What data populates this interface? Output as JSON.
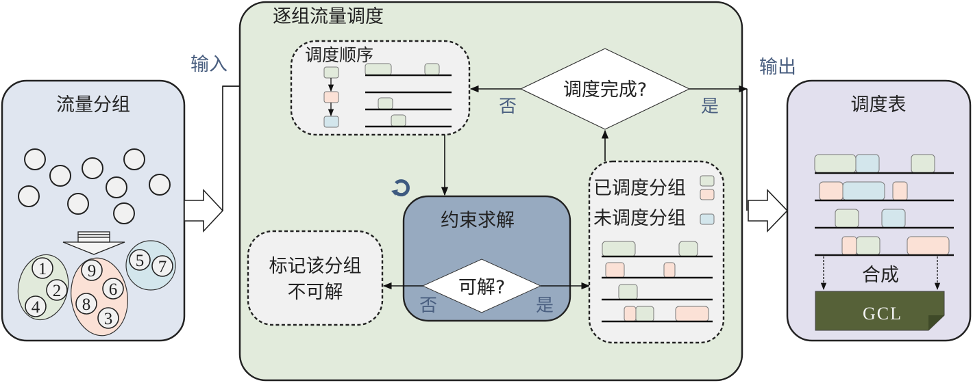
{
  "colors": {
    "left_panel_bg": "#e0e6f0",
    "center_panel_bg": "#e2ebdc",
    "right_panel_bg": "#e2e0ee",
    "inner_box_bg": "#f1f1f1",
    "solver_bg": "#97aac0",
    "green_block": "#e1eadb",
    "pink_block": "#fbe1d6",
    "blue_block": "#d3e6ec",
    "gcl_fill": "#566138",
    "gcl_fold": "#3f4a28",
    "label_color": "#4a5f80",
    "icon_color": "#3e5a80"
  },
  "left_panel": {
    "title": "流量分组",
    "groups": [
      {
        "color": "green",
        "members": [
          "1",
          "2",
          "4"
        ]
      },
      {
        "color": "pink",
        "members": [
          "9",
          "6",
          "8",
          "3"
        ]
      },
      {
        "color": "blue",
        "members": [
          "5",
          "7"
        ]
      }
    ]
  },
  "arrows": {
    "input_label": "输入",
    "output_label": "输出"
  },
  "center_panel": {
    "title": "逐组流量调度",
    "order_box": {
      "title": "调度顺序"
    },
    "done_decision": {
      "text": "调度完成?",
      "no": "否",
      "yes": "是"
    },
    "solver": {
      "title": "约束求解",
      "decision": "可解?",
      "no": "否",
      "yes": "是",
      "icon": "refresh-icon"
    },
    "unsolvable_box": {
      "line1": "标记该分组",
      "line2": "不可解"
    },
    "legend_box": {
      "scheduled": "已调度分组",
      "unscheduled": "未调度分组"
    }
  },
  "right_panel": {
    "title": "调度表",
    "merge_label": "合成",
    "gcl_label": "GCL"
  }
}
